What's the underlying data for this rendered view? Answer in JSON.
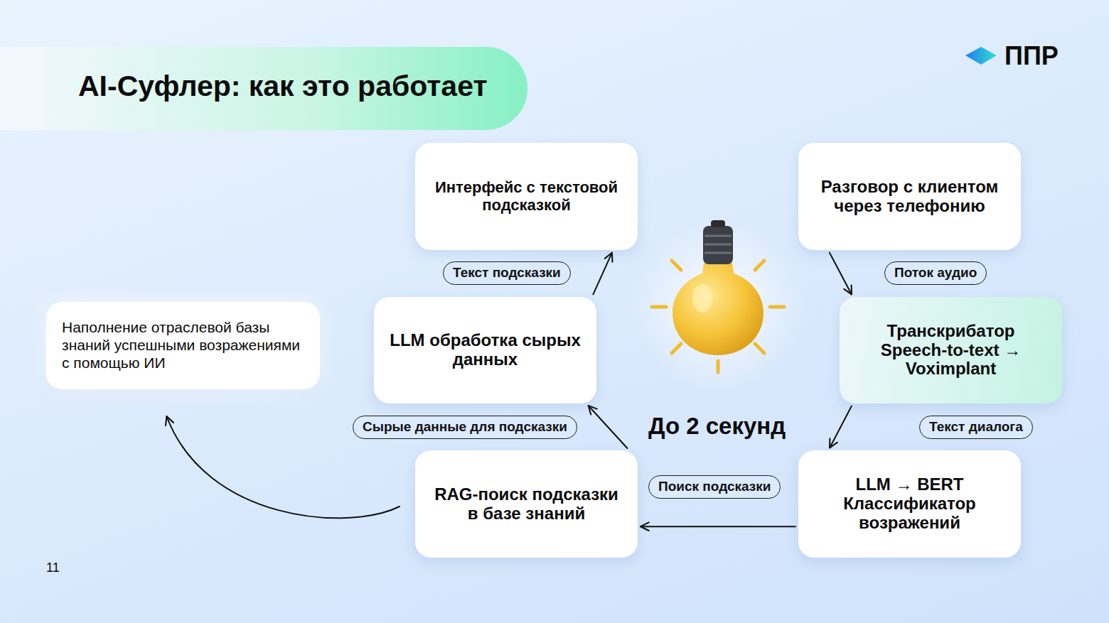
{
  "diagram": {
    "title": "AI-Суфлер: как это работает",
    "nodes": [
      {
        "text": [
          "Интерфейс с текстовой подсказкой"
        ]
      },
      {
        "text": [
          "Разговор с клиентом через телефонию"
        ]
      },
      {
        "text": [
          "Наполнение отраслевой базы знаний успешными возражениями с помощью ИИ"
        ]
      },
      {
        "text": [
          "LLM обработка сырых данных"
        ]
      },
      {
        "text": [
          "Транскрибатор Speech-to-text → Voximplant"
        ]
      },
      {
        "text": [
          "RAG-поиск подсказки в базе знаний"
        ]
      },
      {
        "text": [
          "LLM → BERT Классификатор возражений"
        ]
      }
    ],
    "edges": [
      {
        "from": 1,
        "to": 4,
        "label": "Поток аудио",
        "arrow": "to"
      },
      {
        "from": 4,
        "to": 6,
        "label": "Текст диалога",
        "arrow": "to"
      },
      {
        "from": 6,
        "to": 5,
        "label": "Поиск подсказки",
        "arrow": "to"
      },
      {
        "from": 5,
        "to": 3,
        "label": "Сырые данные для подсказки",
        "arrow": "to"
      },
      {
        "from": 3,
        "to": 0,
        "label": "Текст подсказки",
        "arrow": "to"
      },
      {
        "from": 5,
        "to": 2,
        "arrow": "to"
      }
    ],
    "labels": [
      "ППР",
      "До 2 секунд",
      "11"
    ]
  }
}
